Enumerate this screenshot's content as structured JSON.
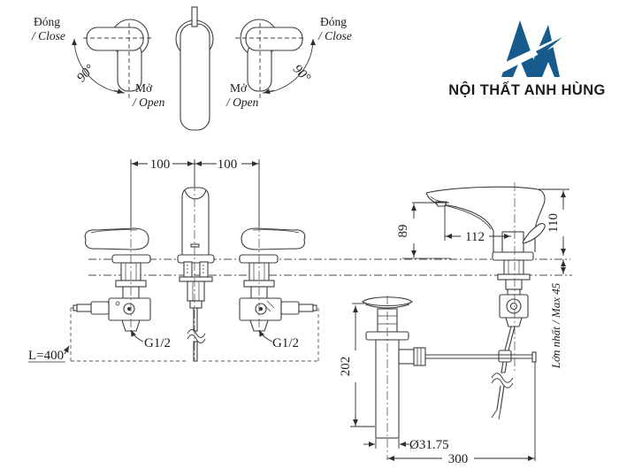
{
  "drawing": {
    "handles": {
      "left": {
        "close_label": "Đóng",
        "close_sub": "/ Close",
        "open_label": "Mở",
        "open_sub": "/ Open",
        "angle": "90°"
      },
      "right": {
        "close_label": "Đóng",
        "close_sub": "/ Close",
        "open_label": "Mở",
        "open_sub": "/ Open",
        "angle": "90°"
      }
    },
    "front_view": {
      "dim_spacing_left": "100",
      "dim_spacing_right": "100",
      "thread_left": "G1/2",
      "thread_right": "G1/2",
      "hose_length": "L=400"
    },
    "side_view": {
      "dim_spout_height": "89",
      "dim_spout_reach": "112",
      "dim_total_height": "110",
      "dim_deck_thickness": "Lớn nhất / Max 45",
      "dim_drain_height": "202",
      "dim_drain_diameter": "Ø31.75",
      "dim_rod_offset": "300"
    },
    "logo": {
      "text": "NỘI THẤT ANH HÙNG",
      "color": "#175a8c"
    }
  }
}
